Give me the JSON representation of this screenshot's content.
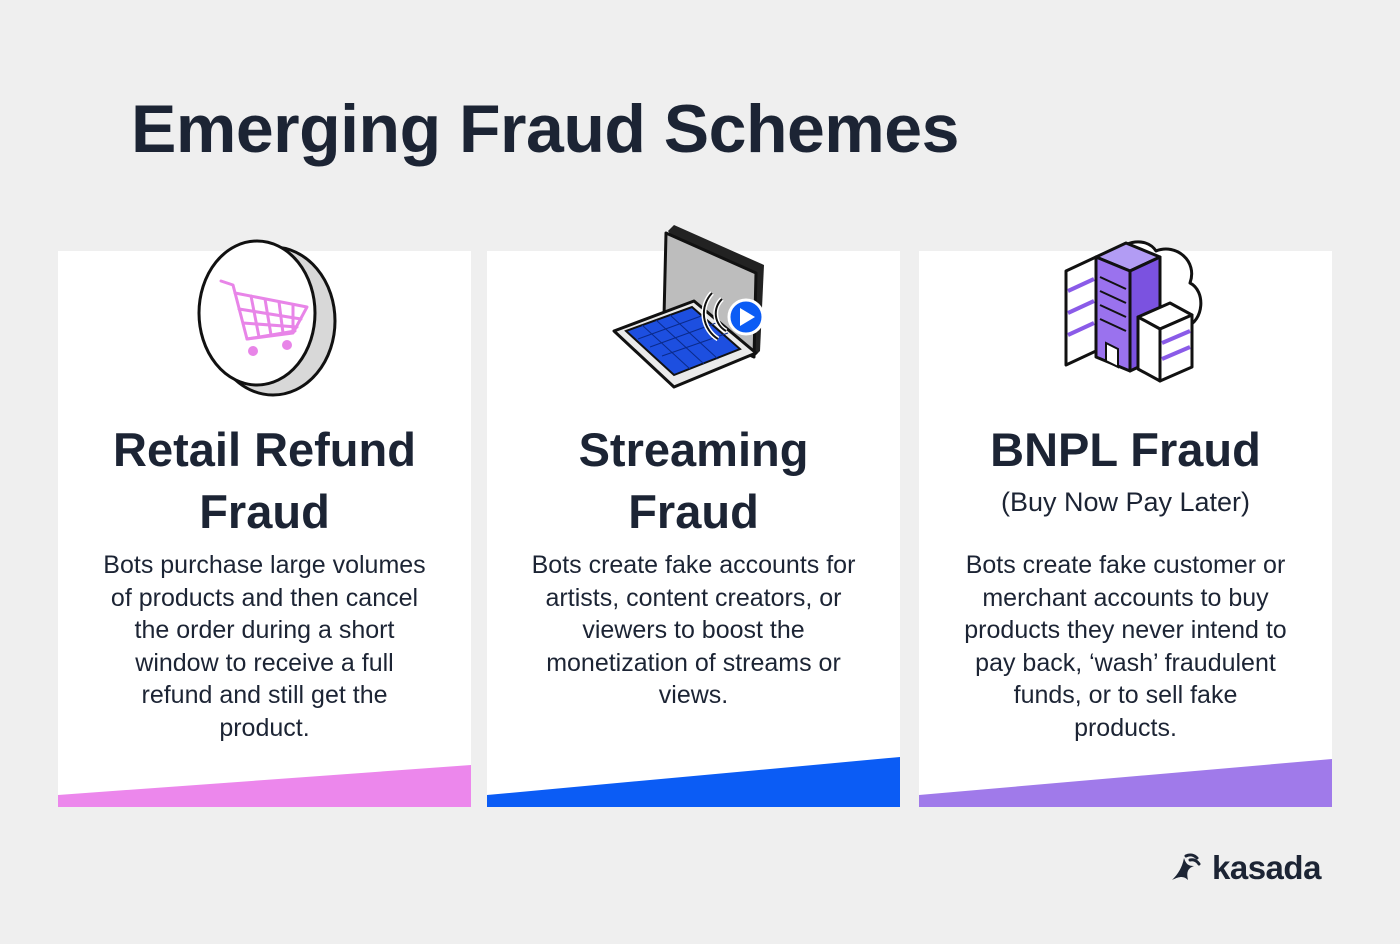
{
  "page": {
    "title": "Emerging Fraud Schemes"
  },
  "cards": [
    {
      "title_line1": "Retail Refund",
      "title_line2": "Fraud",
      "description": "Bots purchase large volumes of products and then cancel the order during a short window to receive a full refund and still get the product.",
      "icon": "shopping-cart-icon",
      "accent_color": "#ec87ec"
    },
    {
      "title_line1": "Streaming",
      "title_line2": "Fraud",
      "description": "Bots create fake accounts for artists, content creators, or viewers to boost the monetization of streams or views.",
      "icon": "laptop-streaming-icon",
      "accent_color": "#0b5cf5"
    },
    {
      "title_line1": "BNPL Fraud",
      "subtitle": "(Buy Now Pay Later)",
      "description": "Bots create fake customer or merchant accounts to buy products they never intend to pay back, ‘wash’ fraudulent funds, or to sell fake products.",
      "icon": "building-cloud-icon",
      "accent_color": "#a07aea"
    }
  ],
  "brand": {
    "name": "kasada",
    "icon": "kasada-logo-icon"
  }
}
